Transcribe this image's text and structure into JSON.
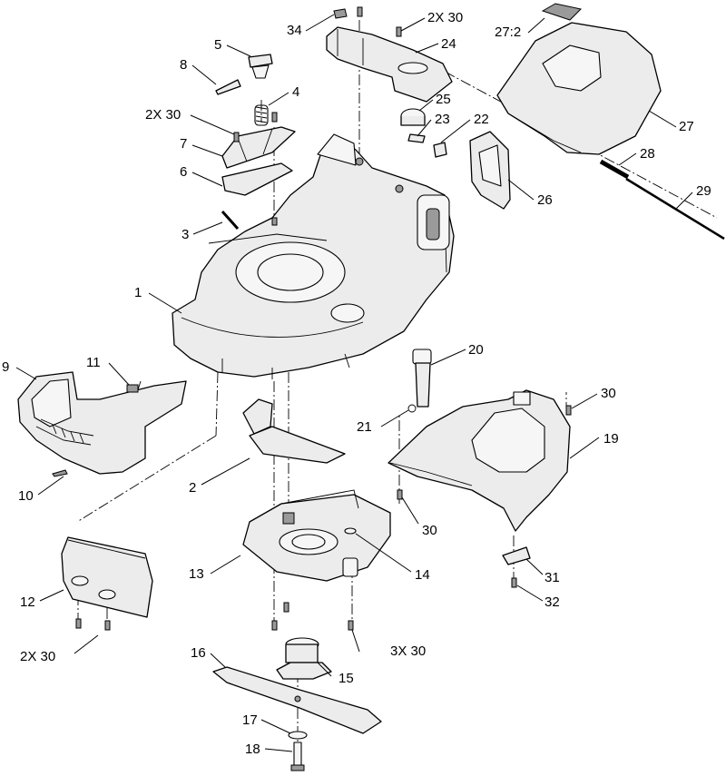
{
  "labels": [
    {
      "id": "1",
      "text": "1"
    },
    {
      "id": "2",
      "text": "2"
    },
    {
      "id": "3",
      "text": "3"
    },
    {
      "id": "4",
      "text": "4"
    },
    {
      "id": "5",
      "text": "5"
    },
    {
      "id": "6",
      "text": "6"
    },
    {
      "id": "7",
      "text": "7"
    },
    {
      "id": "8",
      "text": "8"
    },
    {
      "id": "9",
      "text": "9"
    },
    {
      "id": "10",
      "text": "10"
    },
    {
      "id": "11",
      "text": "11"
    },
    {
      "id": "12",
      "text": "12"
    },
    {
      "id": "13",
      "text": "13"
    },
    {
      "id": "14",
      "text": "14"
    },
    {
      "id": "15",
      "text": "15"
    },
    {
      "id": "16",
      "text": "16"
    },
    {
      "id": "17",
      "text": "17"
    },
    {
      "id": "18",
      "text": "18"
    },
    {
      "id": "19",
      "text": "19"
    },
    {
      "id": "20",
      "text": "20"
    },
    {
      "id": "21",
      "text": "21"
    },
    {
      "id": "22",
      "text": "22"
    },
    {
      "id": "23",
      "text": "23"
    },
    {
      "id": "24",
      "text": "24"
    },
    {
      "id": "25",
      "text": "25"
    },
    {
      "id": "26",
      "text": "26"
    },
    {
      "id": "27",
      "text": "27"
    },
    {
      "id": "27-2",
      "text": "27:2"
    },
    {
      "id": "28",
      "text": "28"
    },
    {
      "id": "29",
      "text": "29"
    },
    {
      "id": "30-top",
      "text": "2X 30"
    },
    {
      "id": "30-left",
      "text": "2X 30"
    },
    {
      "id": "30-right",
      "text": "30"
    },
    {
      "id": "30-mid",
      "text": "30"
    },
    {
      "id": "30-bottom-left",
      "text": "2X 30"
    },
    {
      "id": "30-bottom-mid",
      "text": "3X 30"
    },
    {
      "id": "31",
      "text": "31"
    },
    {
      "id": "32",
      "text": "32"
    },
    {
      "id": "34",
      "text": "34"
    }
  ]
}
